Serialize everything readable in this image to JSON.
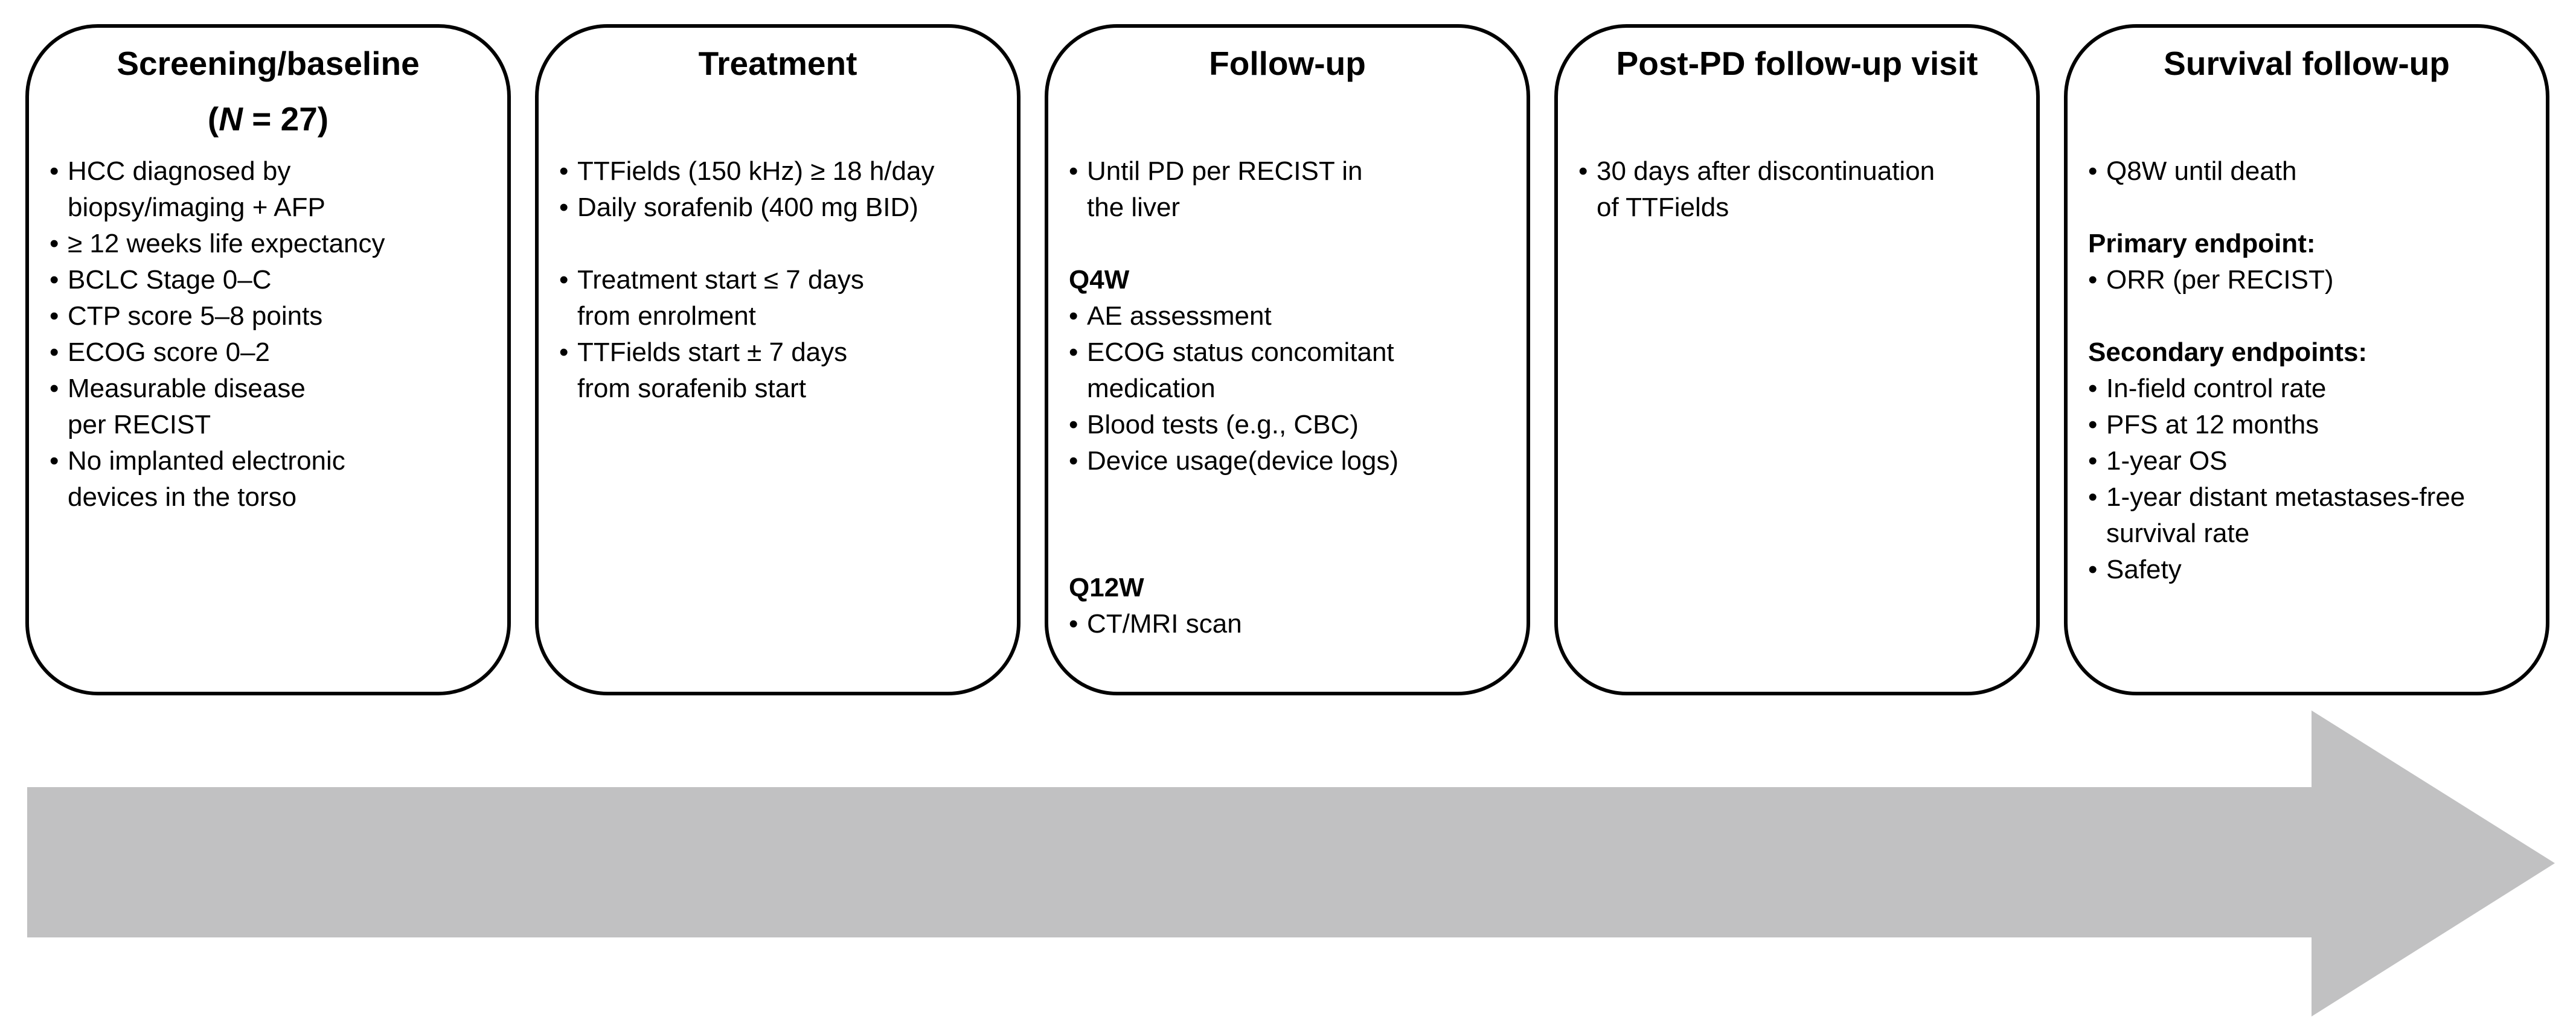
{
  "glyphs": {
    "bullet": "•"
  },
  "arrow": {
    "color": "#c1c1c2"
  },
  "boxes": [
    {
      "title": "Screening/baseline",
      "subtitle": {
        "pre": "(",
        "italic": "N",
        "post": " = 27)"
      },
      "items": [
        {
          "t": "b",
          "lines": [
            "HCC diagnosed by",
            "biopsy/imaging + AFP"
          ]
        },
        {
          "t": "b",
          "lines": [
            "≥ 12 weeks life expectancy"
          ]
        },
        {
          "t": "b",
          "lines": [
            "BCLC Stage 0–C"
          ]
        },
        {
          "t": "b",
          "lines": [
            "CTP score 5–8 points"
          ]
        },
        {
          "t": "b",
          "lines": [
            "ECOG score 0–2"
          ]
        },
        {
          "t": "b",
          "lines": [
            "Measurable disease",
            "per RECIST"
          ]
        },
        {
          "t": "b",
          "lines": [
            "No implanted electronic",
            "devices in the torso"
          ]
        }
      ]
    },
    {
      "title": "Treatment",
      "items": [
        {
          "t": "b",
          "lines": [
            "TTFields (150 kHz) ≥ 18 h/day"
          ]
        },
        {
          "t": "b",
          "lines": [
            "Daily sorafenib (400 mg BID)"
          ]
        },
        {
          "t": "gap"
        },
        {
          "t": "b",
          "lines": [
            "Treatment start ≤ 7 days",
            "from enrolment"
          ]
        },
        {
          "t": "b",
          "lines": [
            "TTFields start ± 7 days",
            "from sorafenib start"
          ]
        }
      ]
    },
    {
      "title": "Follow-up",
      "items": [
        {
          "t": "b",
          "lines": [
            "Until PD per RECIST in",
            "the liver"
          ]
        },
        {
          "t": "gap"
        },
        {
          "t": "h",
          "text": "Q4W"
        },
        {
          "t": "b",
          "lines": [
            "AE assessment"
          ]
        },
        {
          "t": "b",
          "lines": [
            "ECOG status concomitant",
            "medication"
          ]
        },
        {
          "t": "b",
          "lines": [
            "Blood tests (e.g., CBC)"
          ]
        },
        {
          "t": "b",
          "lines": [
            "Device usage(device logs)"
          ]
        },
        {
          "t": "gap-lg"
        },
        {
          "t": "h",
          "text": "Q12W"
        },
        {
          "t": "b",
          "lines": [
            "CT/MRI scan"
          ]
        }
      ]
    },
    {
      "title": "Post-PD follow-up visit",
      "items": [
        {
          "t": "b",
          "lines": [
            "30 days after discontinuation",
            "of TTFields"
          ]
        }
      ]
    },
    {
      "title": "Survival follow-up",
      "items": [
        {
          "t": "b",
          "lines": [
            "Q8W until death"
          ]
        },
        {
          "t": "gap"
        },
        {
          "t": "h",
          "text": "Primary endpoint:"
        },
        {
          "t": "b",
          "lines": [
            "ORR (per RECIST)"
          ]
        },
        {
          "t": "gap"
        },
        {
          "t": "h",
          "text": "Secondary endpoints:"
        },
        {
          "t": "b",
          "lines": [
            "In-field control rate"
          ]
        },
        {
          "t": "b",
          "lines": [
            "PFS at 12 months"
          ]
        },
        {
          "t": "b",
          "lines": [
            "1-year OS"
          ]
        },
        {
          "t": "b",
          "lines": [
            "1-year distant metastases-free",
            "survival rate"
          ]
        },
        {
          "t": "b",
          "lines": [
            "Safety"
          ]
        }
      ]
    }
  ]
}
